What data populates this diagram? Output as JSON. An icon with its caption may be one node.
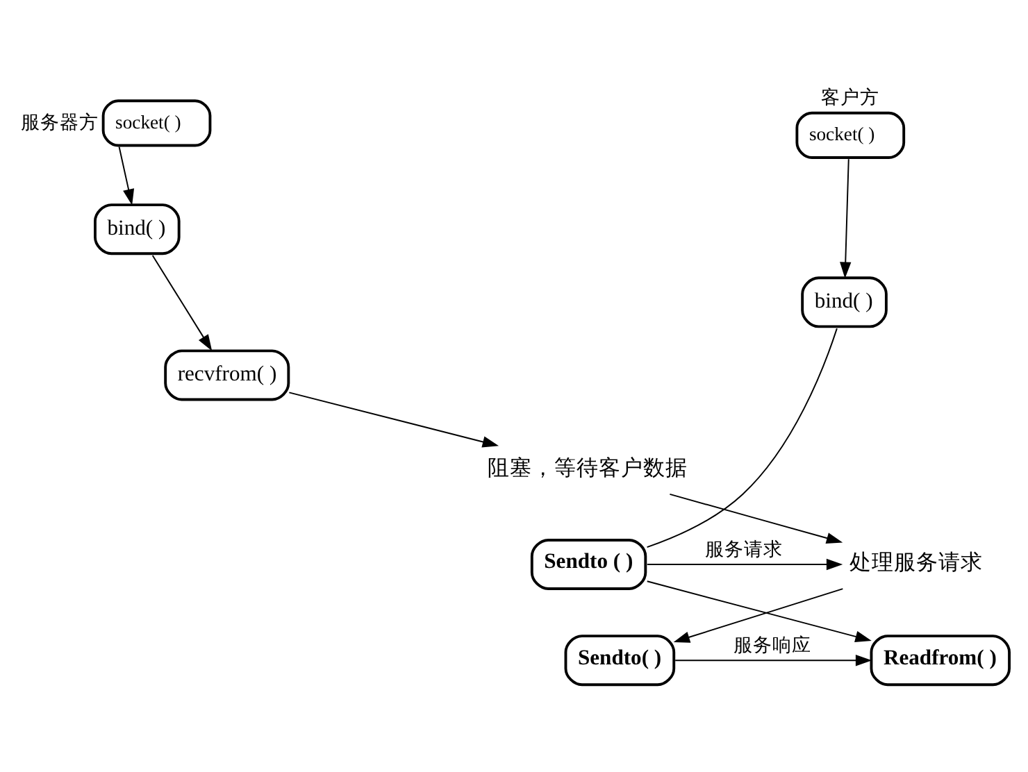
{
  "diagram": {
    "nodes": [
      {
        "text": [
          "socket( )"
        ],
        "beside": [
          "服务器方"
        ]
      },
      {
        "text": [
          "bind( )"
        ]
      },
      {
        "text": [
          "recvfrom( )"
        ]
      },
      {
        "text": [
          "阻塞，等待客户数据"
        ]
      },
      {
        "text": [
          "处理服务请求"
        ]
      },
      {
        "text": [
          "Sendto( )"
        ]
      },
      {
        "text": [
          "socket( )"
        ],
        "beside": [
          "客户方"
        ]
      },
      {
        "text": [
          "bind( )"
        ]
      },
      {
        "text": [
          "Sendto ( )"
        ]
      },
      {
        "text": [
          "Readfrom( )"
        ]
      }
    ],
    "edges": [
      {
        "from": 0,
        "to": 1,
        "arrow": "to"
      },
      {
        "from": 1,
        "to": 2,
        "arrow": "to"
      },
      {
        "from": 2,
        "to": 3,
        "arrow": "to"
      },
      {
        "from": 3,
        "to": 4,
        "arrow": "to"
      },
      {
        "from": 4,
        "to": 5,
        "arrow": "to"
      },
      {
        "from": 6,
        "to": 7,
        "arrow": "to"
      },
      {
        "from": 7,
        "to": 8,
        "arrow": "none"
      },
      {
        "from": 8,
        "to": 4,
        "arrow": "to",
        "label": "服务请求"
      },
      {
        "from": 8,
        "to": 9,
        "arrow": "to"
      },
      {
        "from": 5,
        "to": 9,
        "arrow": "to",
        "label": "服务响应"
      }
    ]
  }
}
